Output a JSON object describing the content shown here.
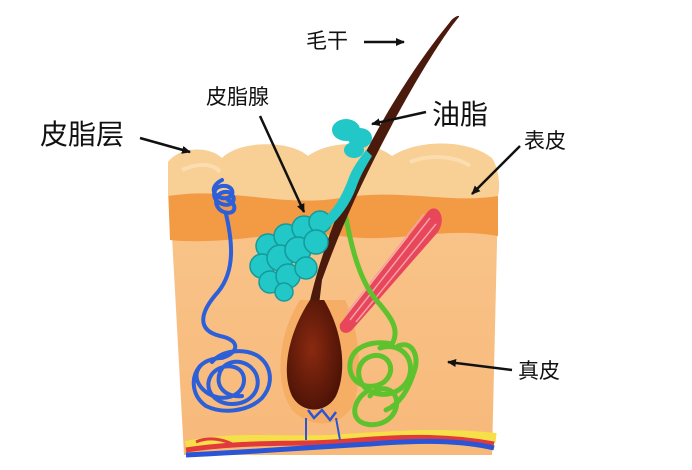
{
  "labels": {
    "hair_shaft": "毛干",
    "sebaceous_gland": "皮脂腺",
    "sebum": "油脂",
    "sebum_layer": "皮脂层",
    "epidermis": "表皮",
    "dermis": "真皮"
  },
  "colors": {
    "skin_surface": "#f8cf94",
    "epidermis": "#f39a45",
    "dermis": "#f9c48a",
    "hair": "#4a1a0c",
    "bulb": "#6b1a0a",
    "sebaceous_gland": "#22c7c7",
    "sweat_gland": "#2c5fd8",
    "coiled_tube": "#5ec22e",
    "muscle": "#e8465a",
    "artery": "#e23a3a",
    "vein": "#2a55d6",
    "fat": "#f5e04a"
  }
}
